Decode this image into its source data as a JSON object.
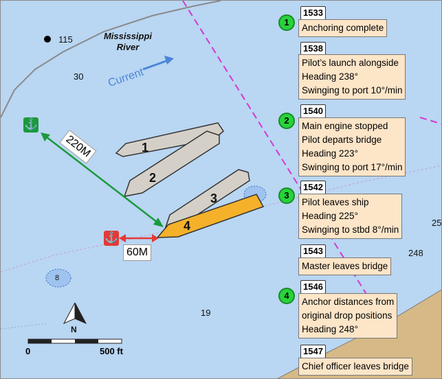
{
  "river": {
    "name_line1": "Mississippi",
    "name_line2": "River",
    "current_label": "Current"
  },
  "soundings": [
    "115",
    "30",
    "8",
    "19",
    "248",
    "25"
  ],
  "ships": [
    "1",
    "2",
    "3",
    "4"
  ],
  "distances": {
    "green_anchor": "220M",
    "red_anchor": "60M"
  },
  "timeline": [
    {
      "badge": "1",
      "time": "1533",
      "lines": [
        "Anchoring complete"
      ]
    },
    {
      "badge": "",
      "time": "1538",
      "lines": [
        "Pilot’s launch alongside",
        "Heading 238°",
        "Swinging to port 10°/min"
      ]
    },
    {
      "badge": "2",
      "time": "1540",
      "lines": [
        "Main engine stopped",
        "Pilot departs bridge",
        "Heading 223°",
        "Swinging to port 17°/min"
      ]
    },
    {
      "badge": "3",
      "time": "1542",
      "lines": [
        "Pilot leaves ship",
        "Heading 225°",
        "Swinging to stbd 8°/min"
      ]
    },
    {
      "badge": "",
      "time": "1543",
      "lines": [
        "Master leaves bridge"
      ]
    },
    {
      "badge": "4",
      "time": "1546",
      "lines": [
        "Anchor distances from",
        "original drop positions",
        "Heading 248°"
      ]
    },
    {
      "badge": "",
      "time": "1547",
      "lines": [
        "Chief officer leaves bridge"
      ]
    }
  ],
  "compass": {
    "label": "N"
  },
  "scale": {
    "start": "0",
    "end": "500 ft"
  },
  "colors": {
    "water": "#b9d6f2",
    "land": "#d6b986",
    "ship_current": "#f5b12a",
    "ship_past": "#d4d0c8",
    "green": "#1a9a3a",
    "red": "#e53935",
    "box": "#fde5c8"
  }
}
